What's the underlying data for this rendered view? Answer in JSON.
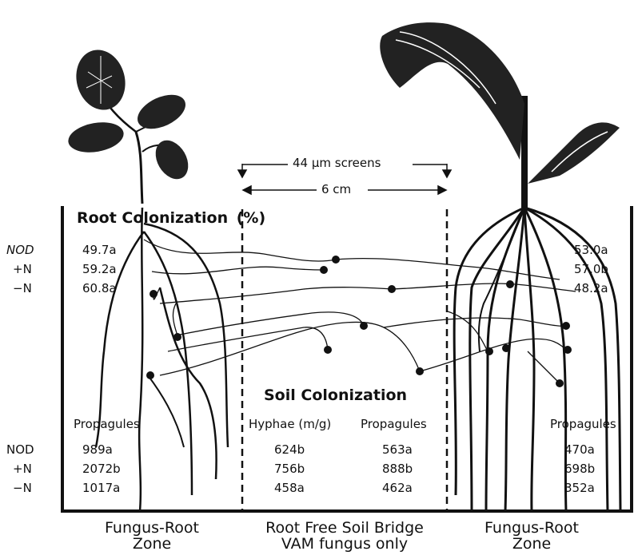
{
  "colors": {
    "ink": "#111111",
    "background": "#ffffff"
  },
  "screens": {
    "label": "44 µm screens",
    "distance": "6 cm"
  },
  "root_colonization": {
    "title": "Root Colonization",
    "unit": "(%)",
    "rows": [
      {
        "label": "NOD",
        "left": "49.7a",
        "right": "53.0a"
      },
      {
        "label": "+N",
        "left": "59.2a",
        "right": "57.0b"
      },
      {
        "label": "−N",
        "left": "60.8a",
        "right": "48.2a"
      }
    ]
  },
  "soil_colonization": {
    "title": "Soil Colonization",
    "headers": {
      "left_propagules": "Propagules",
      "hyphae": "Hyphae (m/g)",
      "bridge_propagules": "Propagules",
      "right_propagules": "Propagules"
    },
    "rows": [
      {
        "label": "NOD",
        "left_propagules": "989a",
        "hyphae": "624b",
        "bridge_propagules": "563a",
        "right_propagules": "470a"
      },
      {
        "label": "+N",
        "left_propagules": "2072b",
        "hyphae": "756b",
        "bridge_propagules": "888b",
        "right_propagules": "698b"
      },
      {
        "label": "−N",
        "left_propagules": "1017a",
        "hyphae": "458a",
        "bridge_propagules": "462a",
        "right_propagules": "352a"
      }
    ]
  },
  "zones": {
    "left": [
      "Fungus-Root",
      "Zone"
    ],
    "middle": [
      "Root Free Soil Bridge",
      "VAM fungus only"
    ],
    "right": [
      "Fungus-Root",
      "Zone"
    ]
  }
}
